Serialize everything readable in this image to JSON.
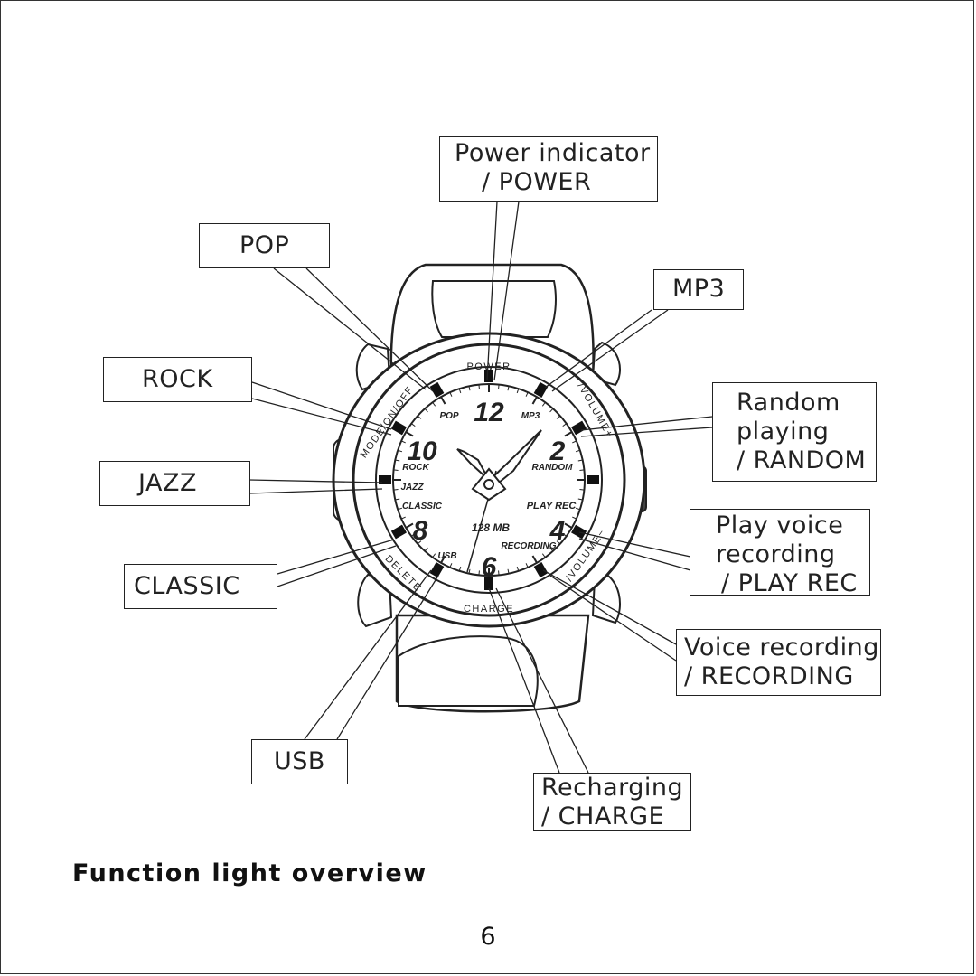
{
  "callouts": {
    "power": [
      "Power indicator",
      "/ POWER"
    ],
    "pop": [
      "POP"
    ],
    "mp3": [
      "MP3"
    ],
    "rock": [
      "ROCK"
    ],
    "random": [
      "Random",
      "playing",
      "/ RANDOM"
    ],
    "jazz": [
      "JAZZ"
    ],
    "playrec": [
      "Play voice",
      "recording",
      "/ PLAY REC"
    ],
    "classic": [
      "CLASSIC"
    ],
    "recording": [
      "Voice recording",
      "/ RECORDING"
    ],
    "usb": [
      "USB"
    ],
    "charge": [
      "Recharging",
      "/ CHARGE"
    ]
  },
  "dial": {
    "pop": "POP",
    "mp3": "MP3",
    "rock": "ROCK",
    "random": "RANDOM",
    "jazz": "JAZZ",
    "classic": "CLASSIC",
    "playrec": "PLAY REC",
    "memory": "128 MB",
    "usb": "USB",
    "recording": "RECORDING",
    "num12": "12",
    "num2": "2",
    "num10": "10",
    "num8": "8",
    "num4": "4",
    "num6": "6"
  },
  "bezel": {
    "power": "POWER",
    "mode": "MODE/ON/OFF",
    "volume_up": "/VOLUME+",
    "volume_down": "/VOLUME−",
    "charge": "CHARGE",
    "delete": "DELETE"
  },
  "title": "Function light overview",
  "page_number": "6"
}
